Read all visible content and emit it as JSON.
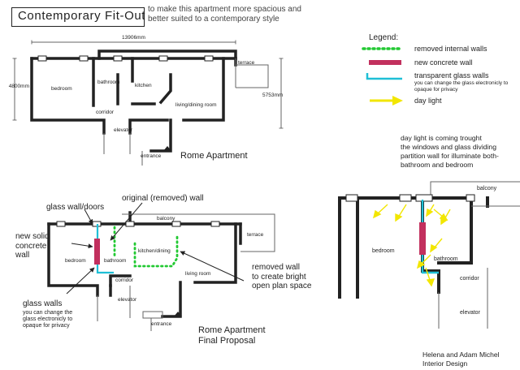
{
  "header": {
    "title": "Contemporary Fit-Out",
    "subtitle": "to make this apartment more spacious and better suited to a contemporary style"
  },
  "legend": {
    "title": "Legend:",
    "items": [
      {
        "key": "removed",
        "label": "removed internal walls",
        "color": "#22c932"
      },
      {
        "key": "concrete",
        "label": "new concrete wall",
        "color": "#c2305e"
      },
      {
        "key": "glass",
        "label": "transparent glass walls",
        "sub": "you can change the glass electronicly to opaque for privacy",
        "color": "#1fbfd6"
      },
      {
        "key": "daylight",
        "label": "day light",
        "color": "#f2e600"
      }
    ]
  },
  "plan1": {
    "title": "Rome Apartment",
    "dim_width": "13906mm",
    "dim_left": "4800mm",
    "dim_right": "5753mm",
    "rooms": {
      "bedroom": "bedroom",
      "bathroom": "bathroom",
      "kitchen": "kitchen",
      "living": "living/dining room",
      "corridor": "corridor",
      "elevator": "elevator",
      "entrance": "entrance",
      "terrace": "terrace"
    }
  },
  "plan2": {
    "title_line1": "Rome Apartment",
    "title_line2": "Final Proposal",
    "rooms": {
      "bedroom": "bedroom",
      "bathroom": "bathroom",
      "kitchen": "kitchen/dining",
      "living": "living room",
      "corridor": "corridor",
      "elevator": "elevator",
      "entrance": "entrance",
      "terrace": "terrace",
      "balcony": "balcony"
    },
    "annotations": {
      "glass_doors": "glass wall/doors",
      "original_wall": "original (removed) wall",
      "concrete_line1": "new solid",
      "concrete_line2": "concrete",
      "concrete_line3": "wall",
      "glass_walls": "glass walls",
      "glass_walls_sub1": "you can change the",
      "glass_walls_sub2": "glass electronicly to",
      "glass_walls_sub3": "opaque for privacy",
      "removed_line1": "removed wall",
      "removed_line2": "to create bright",
      "removed_line3": "open plan space"
    }
  },
  "plan3": {
    "rooms": {
      "bedroom": "bedroom",
      "bathroom": "bathroom",
      "corridor": "corridor",
      "elevator": "elevator",
      "balcony": "balcony"
    },
    "note_lines": [
      "day light is coming trought",
      "the windows and glass dividing",
      "partition wall for illuminate both-",
      "bathroom and bedroom"
    ]
  },
  "footer": {
    "line1": "Helena and Adam Michel",
    "line2": "Interior Design"
  }
}
